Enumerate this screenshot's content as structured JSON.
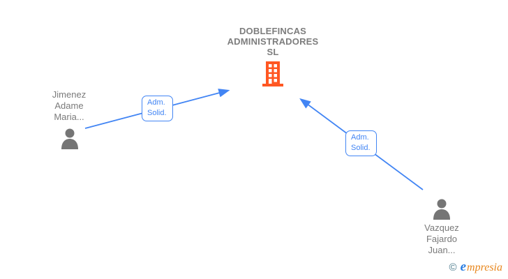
{
  "company": {
    "name": "DOBLEFINCAS ADMINISTRADORES SL",
    "name_lines": [
      "DOBLEFINCAS",
      "ADMINISTRADORES",
      "SL"
    ],
    "icon": "building-icon"
  },
  "people": [
    {
      "name": "Jimenez Adame Maria...",
      "name_lines": [
        "Jimenez",
        "Adame",
        "Maria..."
      ],
      "icon": "person-icon"
    },
    {
      "name": "Vazquez Fajardo Juan...",
      "name_lines": [
        "Vazquez",
        "Fajardo",
        "Juan..."
      ],
      "icon": "person-icon"
    }
  ],
  "edges": [
    {
      "from": "Jimenez Adame Maria...",
      "to": "DOBLEFINCAS ADMINISTRADORES SL",
      "label": "Adm. Solid.",
      "label_lines": [
        "Adm.",
        "Solid."
      ]
    },
    {
      "from": "Vazquez Fajardo Juan...",
      "to": "DOBLEFINCAS ADMINISTRADORES SL",
      "label": "Adm. Solid.",
      "label_lines": [
        "Adm.",
        "Solid."
      ]
    }
  ],
  "footer": {
    "copyright_symbol": "©",
    "brand_initial": "e",
    "brand_rest": "mpresia"
  },
  "colors": {
    "building": "#ff5722",
    "person": "#757575",
    "edge": "#4285f4",
    "edge_label_text": "#4285f4",
    "node_text": "#7a7a7a",
    "brand_blue": "#2a7de1",
    "brand_orange": "#e8871e",
    "copyright_teal": "#4a7a8c"
  }
}
